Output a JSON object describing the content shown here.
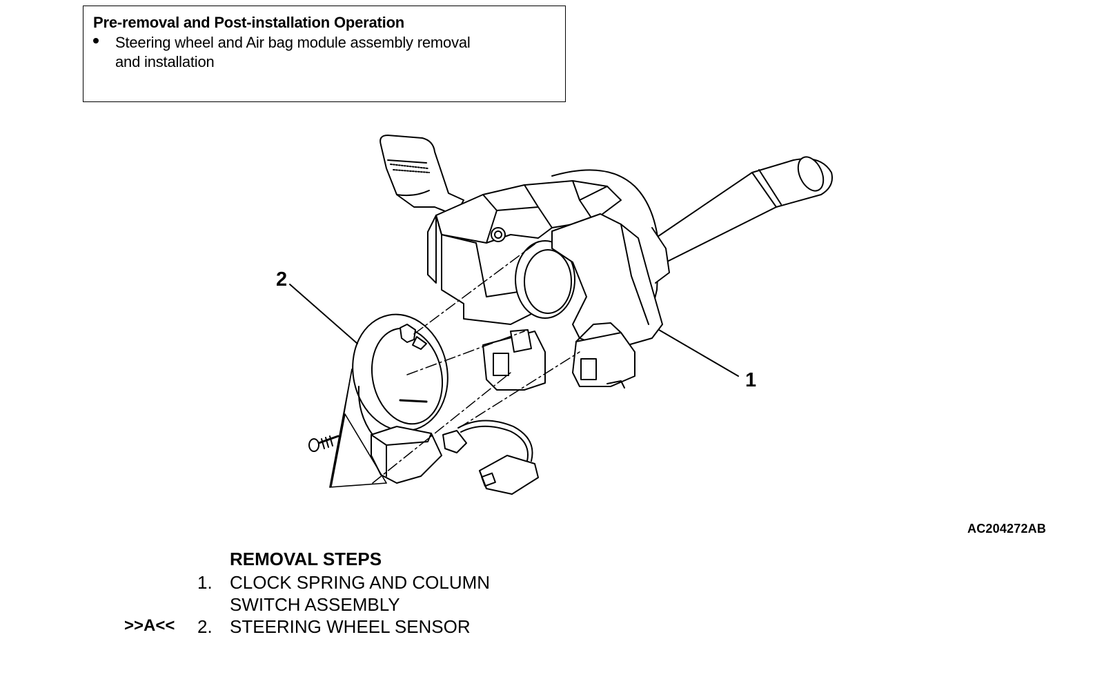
{
  "pre_box": {
    "title": "Pre-removal and Post-installation Operation",
    "bullet_line1": "Steering wheel and Air bag module assembly removal",
    "bullet_line2": "and installation"
  },
  "diagram": {
    "callout_1": "1",
    "callout_2": "2",
    "reference_code": "AC204272AB"
  },
  "removal_steps": {
    "heading": "REMOVAL STEPS",
    "step1_number": "1.",
    "step1_line1": "CLOCK SPRING AND COLUMN",
    "step1_line2": "SWITCH ASSEMBLY",
    "step2_mark": ">>A<<",
    "step2_number": "2.",
    "step2_text": "STEERING WHEEL SENSOR"
  }
}
